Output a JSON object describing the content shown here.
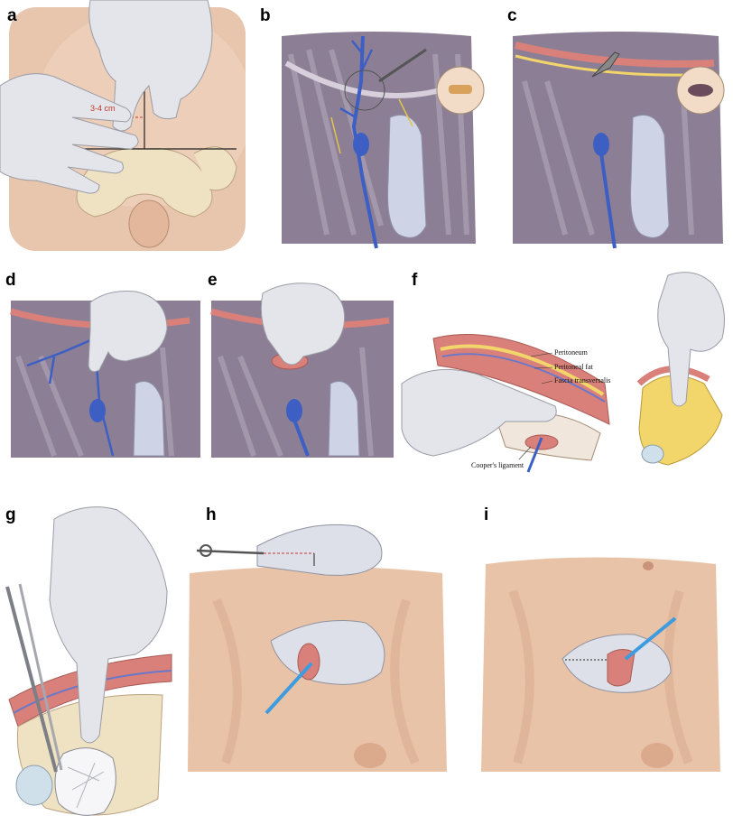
{
  "panels": {
    "a": {
      "label": "a",
      "measurement": "3-4 cm"
    },
    "b": {
      "label": "b"
    },
    "c": {
      "label": "c"
    },
    "d": {
      "label": "d"
    },
    "e": {
      "label": "e"
    },
    "f": {
      "label": "f",
      "annotations": {
        "peritoneum": "Peritoneum",
        "peritoneal_fat": "Peritoneal fat",
        "fascia_transversalis": "Fascia transversalis",
        "coopers_ligament": "Cooper's ligament"
      }
    },
    "g": {
      "label": "g"
    },
    "h": {
      "label": "h"
    },
    "i": {
      "label": "i"
    }
  },
  "colors": {
    "skin": "#e9c3a8",
    "muscle": "#8c7f95",
    "vein": "#3d5fc4",
    "glove": "#e3e5ea",
    "mesh": "#dde0e8",
    "cord": "#d9807a",
    "fat": "#f2d56b",
    "bone": "#efe2c3"
  }
}
